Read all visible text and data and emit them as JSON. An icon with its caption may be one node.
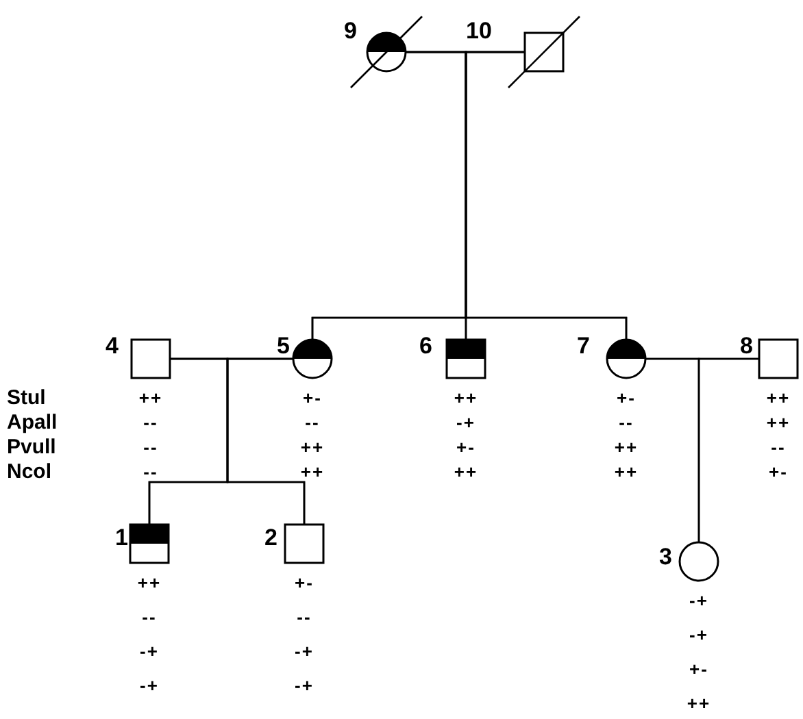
{
  "diagram": {
    "nodes": [
      {
        "text": [
          "9"
        ]
      },
      {
        "text": [
          "10"
        ]
      },
      {
        "text": [
          "4"
        ],
        "beside": [
          "++",
          "--",
          "--",
          "--"
        ]
      },
      {
        "text": [
          "5"
        ],
        "beside": [
          "+-",
          "--",
          "++",
          "++"
        ]
      },
      {
        "text": [
          "6"
        ],
        "beside": [
          "++",
          "-+",
          "+-",
          "++"
        ]
      },
      {
        "text": [
          "7"
        ],
        "beside": [
          "+-",
          "--",
          "++",
          "++"
        ]
      },
      {
        "text": [
          "8"
        ],
        "beside": [
          "++",
          "++",
          "--",
          "+-"
        ]
      },
      {
        "text": [
          "1"
        ],
        "beside": [
          "++",
          "--",
          "-+",
          "-+"
        ]
      },
      {
        "text": [
          "2"
        ],
        "beside": [
          "+-",
          "--",
          "-+",
          "-+"
        ]
      },
      {
        "text": [
          "3"
        ],
        "beside": [
          "-+",
          "-+",
          "+-",
          "++"
        ]
      }
    ],
    "edges": [
      {
        "from": 0,
        "to": 1,
        "arrow": "none"
      },
      {
        "from": 0,
        "to": 3,
        "arrow": "none"
      },
      {
        "from": 0,
        "to": 4,
        "arrow": "none"
      },
      {
        "from": 0,
        "to": 5,
        "arrow": "none"
      },
      {
        "from": 1,
        "to": 3,
        "arrow": "none"
      },
      {
        "from": 1,
        "to": 4,
        "arrow": "none"
      },
      {
        "from": 1,
        "to": 5,
        "arrow": "none"
      },
      {
        "from": 2,
        "to": 3,
        "arrow": "none"
      },
      {
        "from": 5,
        "to": 6,
        "arrow": "none"
      },
      {
        "from": 2,
        "to": 7,
        "arrow": "none"
      },
      {
        "from": 2,
        "to": 8,
        "arrow": "none"
      },
      {
        "from": 3,
        "to": 7,
        "arrow": "none"
      },
      {
        "from": 3,
        "to": 8,
        "arrow": "none"
      },
      {
        "from": 5,
        "to": 9,
        "arrow": "none"
      },
      {
        "from": 6,
        "to": 9,
        "arrow": "none"
      }
    ],
    "labels": [
      "Stul",
      "Apall",
      "Pvull",
      "Ncol"
    ]
  }
}
